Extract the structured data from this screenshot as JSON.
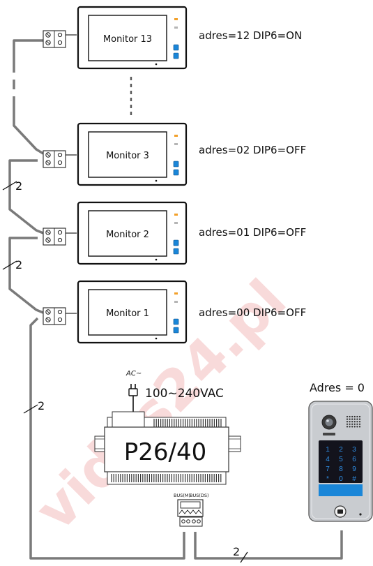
{
  "monitors": [
    {
      "label": "Monitor 13",
      "address": "adres=12 DIP6=ON"
    },
    {
      "label": "Monitor 3",
      "address": "adres=02 DIP6=OFF"
    },
    {
      "label": "Monitor 2",
      "address": "adres=01 DIP6=OFF"
    },
    {
      "label": "Monitor 1",
      "address": "adres=00 DIP6=OFF"
    }
  ],
  "wire_counts": {
    "a": "2",
    "b": "2",
    "c": "2",
    "d": "2"
  },
  "power": {
    "ac_symbol": "AC~",
    "voltage": "100~240VAC"
  },
  "supply": {
    "model": "P26/40",
    "bus_m": "BUS(M)",
    "bus_ds": "BUS(DS)"
  },
  "door_station": {
    "address": "Adres = 0",
    "keys": [
      "1",
      "2",
      "3",
      "4",
      "5",
      "6",
      "7",
      "8",
      "9",
      "*",
      "0",
      "#"
    ]
  },
  "watermark": "vidos24.pl",
  "colors": {
    "wire": "#7a7a7a",
    "accent_blue": "#1a86d8",
    "keypad": "#13131c",
    "panel": "#c9ccd0",
    "orange": "#f2a02a"
  }
}
